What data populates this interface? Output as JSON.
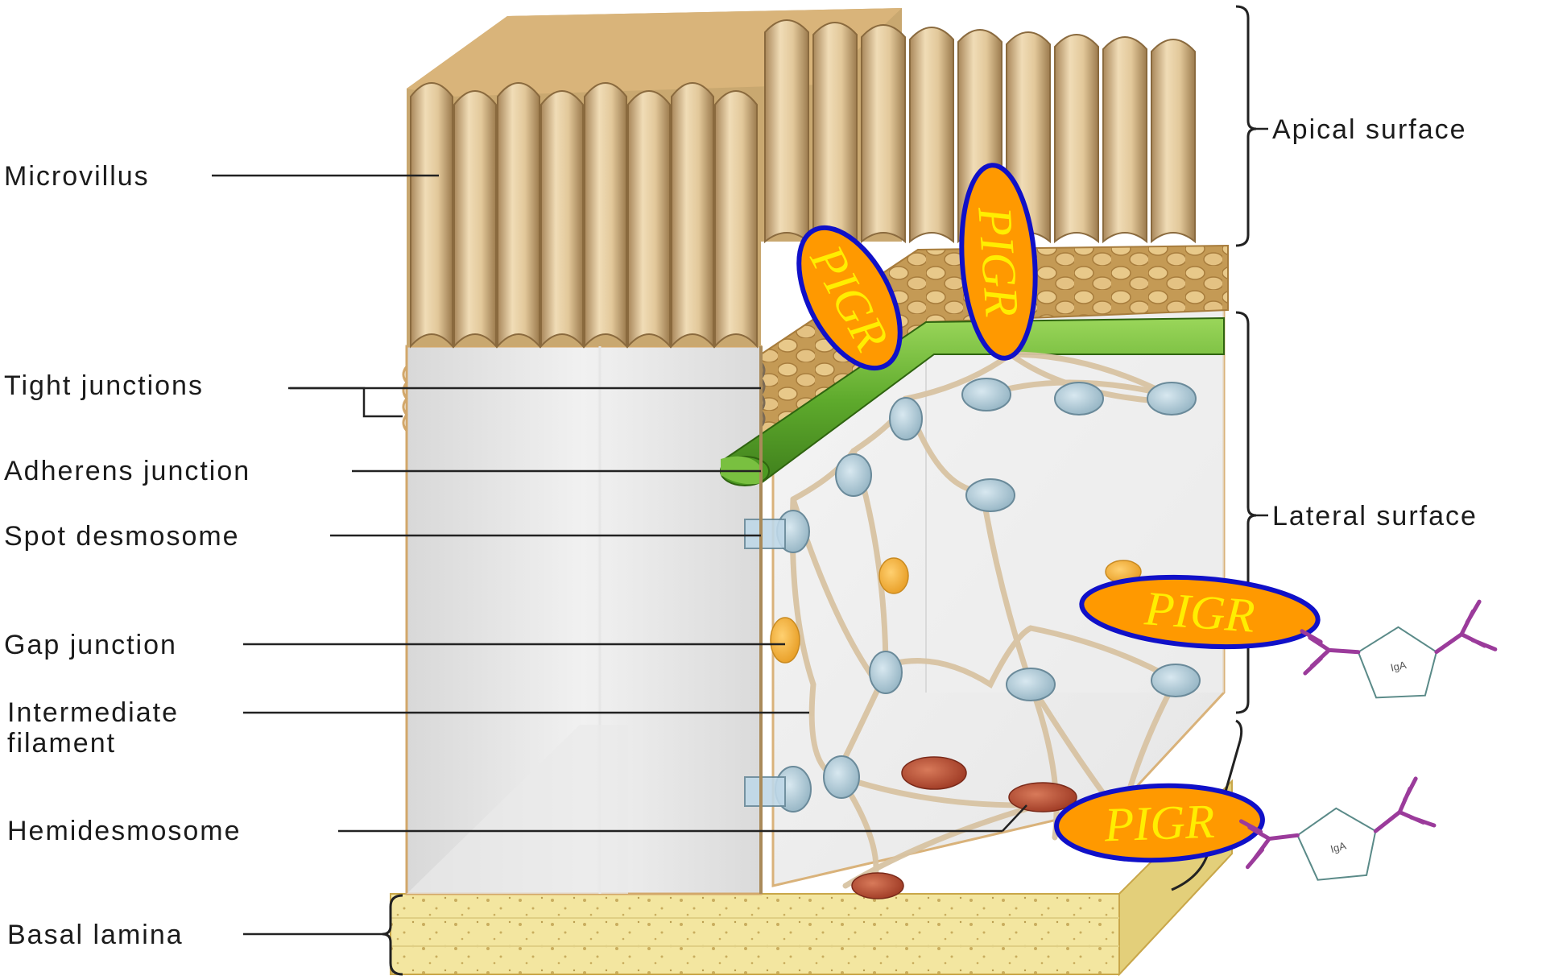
{
  "labels": {
    "left": {
      "microvillus": "Microvillus",
      "tight_junctions": "Tight junctions",
      "adherens_junction": "Adherens junction",
      "spot_desmosome": "Spot desmosome",
      "gap_junction": "Gap junction",
      "intermediate_filament_1": "Intermediate",
      "intermediate_filament_2": "filament",
      "hemidesmosome": "Hemidesmosome",
      "basal_lamina": "Basal lamina"
    },
    "right": {
      "apical_surface": "Apical surface",
      "lateral_surface": "Lateral surface"
    }
  },
  "pigr_label": "PIGR",
  "iga_label": "IgA",
  "colors": {
    "pigr_fill": "#ff9900",
    "pigr_stroke": "#1010c8",
    "pigr_text": "#ffee00",
    "junction_green": "#66bb33",
    "microvilli": "#d9bf8f",
    "basal_lamina": "#f1e39a",
    "antibody": "#9b3b9b"
  }
}
